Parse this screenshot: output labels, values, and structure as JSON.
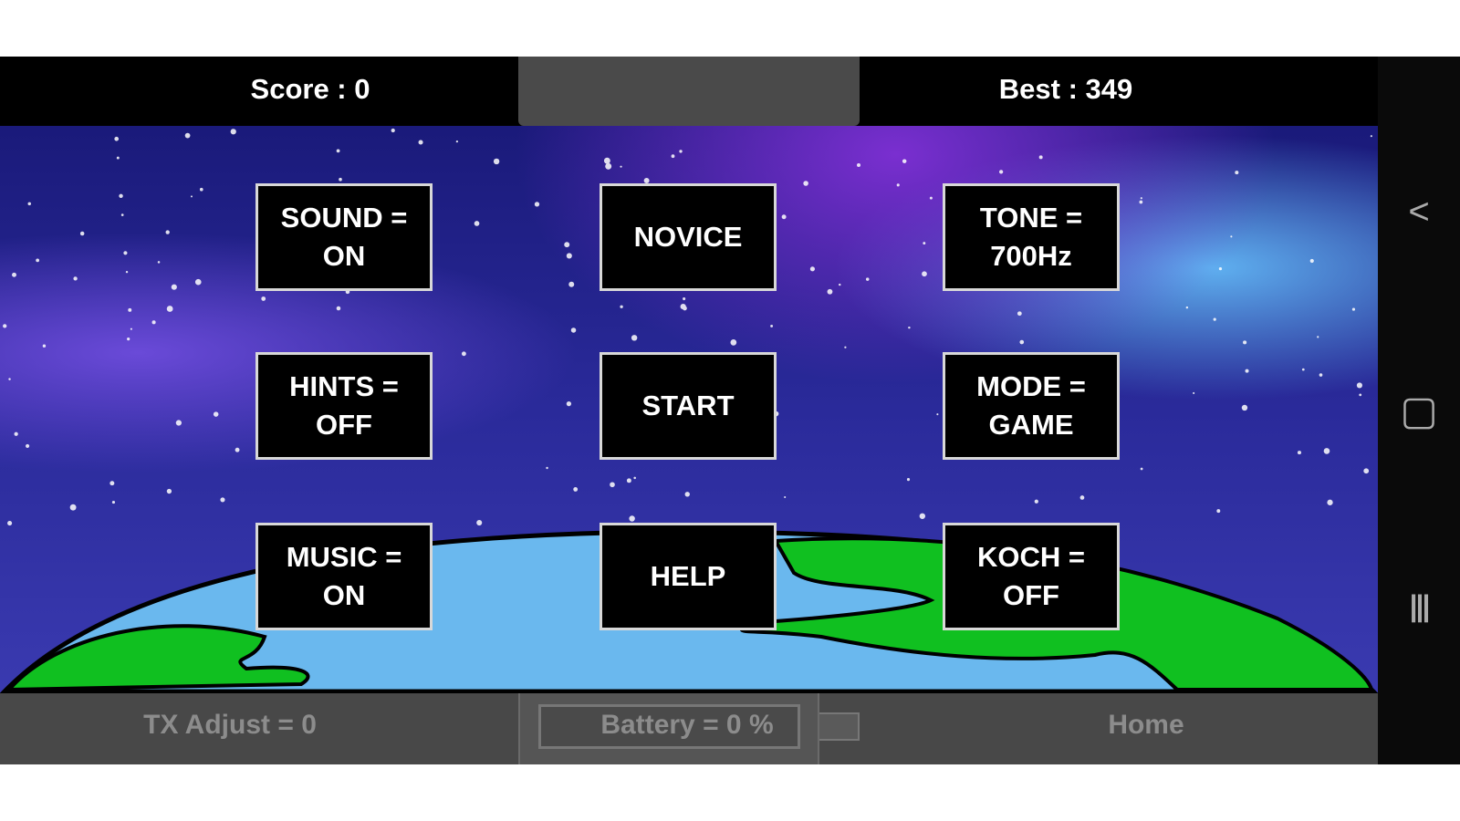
{
  "header": {
    "score": "Score : 0",
    "best": "Best : 349"
  },
  "buttons": [
    {
      "line1": "SOUND  =",
      "line2": "ON"
    },
    {
      "line1": "NOVICE",
      "line2": ""
    },
    {
      "line1": "TONE  =",
      "line2": "700Hz"
    },
    {
      "line1": "HINTS  =",
      "line2": "OFF"
    },
    {
      "line1": "START",
      "line2": ""
    },
    {
      "line1": "MODE  =",
      "line2": "GAME"
    },
    {
      "line1": "MUSIC  =",
      "line2": "ON"
    },
    {
      "line1": "HELP",
      "line2": ""
    },
    {
      "line1": "KOCH  =",
      "line2": "OFF"
    }
  ],
  "footer": {
    "tx_adjust": "TX Adjust = 0",
    "battery": "Battery = 0 %",
    "home": "Home"
  },
  "nav": {
    "back": "<",
    "home": "▢",
    "recents": "|||"
  }
}
